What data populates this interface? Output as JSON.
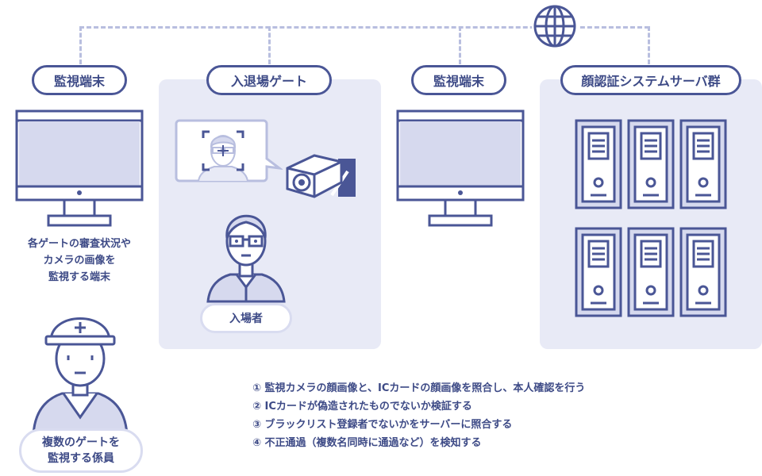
{
  "labels": {
    "monitor_left": "監視端末",
    "gate": "入退場ゲート",
    "monitor_right": "監視端末",
    "servers": "顔認証システムサーバ群"
  },
  "monitor_caption": [
    "各ゲートの審査状況や",
    "カメラの画像を",
    "監視する端末"
  ],
  "visitor_label": "入場者",
  "staff_label": [
    "複数のゲートを",
    "監視する係員"
  ],
  "steps": [
    "① 監視カメラの顔画像と、ICカードの顔画像を照合し、本人確認を行う",
    "② ICカードが偽造されたものでないか検証する",
    "③ ブラックリスト登録者でないかをサーバーに照合する",
    "④ 不正通過（複数名同時に通過など）を検知する"
  ],
  "colors": {
    "primary": "#4a5696",
    "panel": "#e8eaf6",
    "screen": "#d6d9ee",
    "dashed_line": "#b8bedf"
  },
  "icons": [
    "globe-icon",
    "monitor-icon",
    "camera-icon",
    "server-icon",
    "person-icon",
    "worker-icon"
  ]
}
